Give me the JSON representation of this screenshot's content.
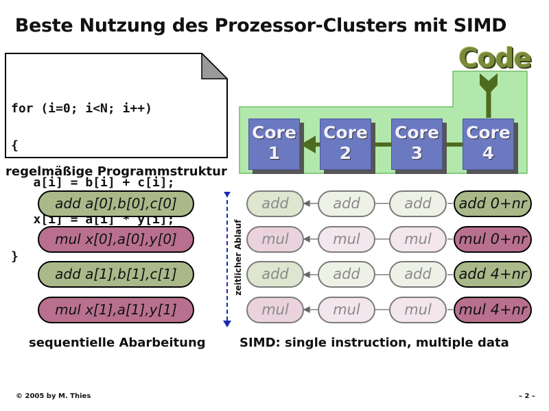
{
  "title": "Beste Nutzung des Prozessor-Clusters mit SIMD",
  "code": {
    "lines": [
      "for (i=0; i<N; i++)",
      "{",
      "   a[i] = b[i] + c[i];",
      "   x[i] = a[i] * y[i];",
      "}"
    ],
    "caption": "regelmäßige Programmstruktur"
  },
  "code_label": "Code",
  "cores": [
    {
      "word": "Core",
      "number": "1"
    },
    {
      "word": "Core",
      "number": "2"
    },
    {
      "word": "Core",
      "number": "3"
    },
    {
      "word": "Core",
      "number": "4"
    }
  ],
  "sequential": {
    "instructions": [
      "add a[0],b[0],c[0]",
      "mul x[0],a[0],y[0]",
      "add a[1],b[1],c[1]",
      "mul x[1],a[1],y[1]"
    ],
    "caption": "sequentielle Abarbeitung"
  },
  "time_label": "zeitlicher Ablauf",
  "simd": {
    "rows": [
      {
        "ops": [
          "add",
          "add",
          "add"
        ],
        "head": "add 0+nr"
      },
      {
        "ops": [
          "mul",
          "mul",
          "mul"
        ],
        "head": "mul 0+nr"
      },
      {
        "ops": [
          "add",
          "add",
          "add"
        ],
        "head": "add 4+nr"
      },
      {
        "ops": [
          "mul",
          "mul",
          "mul"
        ],
        "head": "mul 4+nr"
      }
    ],
    "caption": "SIMD: single instruction, multiple data"
  },
  "colors": {
    "add": "#a9b98a",
    "mul": "#b9708e",
    "core": "#6b79c0",
    "green_region": "#b3e8ad",
    "arrow_green": "#4f6b1f",
    "time_arrow": "#1a2bb0"
  },
  "footer": {
    "copyright": "© 2005 by M. Thies",
    "page": "– 2 –"
  }
}
